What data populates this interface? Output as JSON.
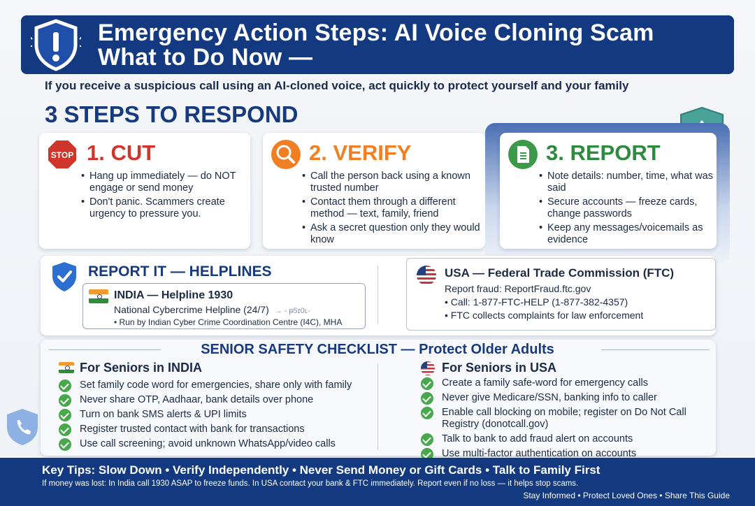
{
  "header": {
    "title_line1": "Emergency Action Steps: AI Voice Cloning Scam",
    "title_line2": "What to Do Now —"
  },
  "subtitle": "If you receive a suspicious call using an AI-cloned voice, act quickly to protect yourself and your family",
  "steps_heading": "3 STEPS TO RESPOND",
  "steps": [
    {
      "icon": "stop-sign-icon",
      "icon_text": "STOP",
      "title": "1. CUT",
      "color": "#d0352b",
      "bullets": [
        "Hang up immediately — do NOT engage or send money",
        "Don't panic. Scammers create urgency to pressure you."
      ]
    },
    {
      "icon": "magnifier-icon",
      "title": "2. VERIFY",
      "color": "#f07f23",
      "bullets": [
        "Call the person back using a known trusted number",
        "Contact them through a different method — text, family, friend",
        "Ask a secret question only they would know"
      ]
    },
    {
      "icon": "document-icon",
      "title": "3. REPORT",
      "color": "#2e8a3e",
      "bullets": [
        "Note details: number, time, what was said",
        "Secure accounts — freeze cards, change passwords",
        "Keep any messages/voicemails as evidence"
      ]
    }
  ],
  "helplines": {
    "title": "REPORT IT — HELPLINES",
    "india": {
      "heading": "INDIA — Helpline 1930",
      "line1": "National Cybercrime Helpline (24/7)",
      "line1_faint": "→ - ᵽ5ɪ0ʟ-",
      "line2": "• Run by Indian Cyber Crime Coordination Centre (I4C), MHA"
    },
    "usa": {
      "heading": "USA — Federal Trade Commission (FTC)",
      "line1": "Report fraud: ReportFraud.ftc.gov",
      "line2": "• Call: 1-877-FTC-HELP (1-877-382-4357)",
      "line3": "• FTC collects complaints for law enforcement"
    }
  },
  "checklist": {
    "title": "SENIOR SAFETY CHECKLIST — Protect Older Adults",
    "india": {
      "heading": "For Seniors in INDIA",
      "items": [
        "Set family code word for emergencies, share only with family",
        "Never share OTP, Aadhaar, bank details over phone",
        "Turn on bank SMS alerts & UPI limits",
        "Register trusted contact with bank for transactions",
        "Use call screening; avoid unknown WhatsApp/video calls"
      ]
    },
    "usa": {
      "heading": "For Seniors in USA",
      "items": [
        "Create a family safe-word for emergency calls",
        "Never give Medicare/SSN, banking info to caller",
        "Enable call blocking on mobile; register on Do Not Call",
        "Registry (donotcall.gov)",
        "Talk to bank to add fraud alert on accounts",
        "Use multi-factor authentication on accounts"
      ]
    }
  },
  "footer": {
    "tips": "Key Tips: Slow Down • Verify Independently • Never Send Money or Gift Cards • Talk to Family First",
    "fine": "If money was lost: In India call 1930 ASAP to freeze funds. In USA contact your bank & FTC immediately. Report even if no loss — it helps stop scams.",
    "stay": "Stay Informed • Protect Loved Ones • Share This Guide"
  },
  "colors": {
    "navy": "#133a80",
    "heading_blue": "#163a7d",
    "cut_red": "#d0352b",
    "verify_orange": "#f07f23",
    "report_green": "#2e8a3e",
    "check_green": "#4aa84c"
  }
}
